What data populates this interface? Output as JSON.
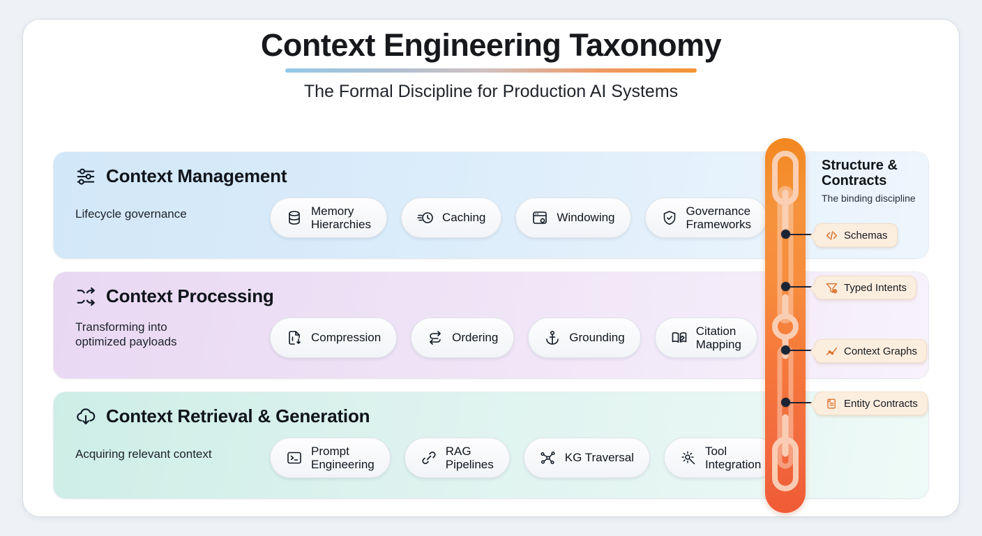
{
  "header": {
    "title": "Context Engineering Taxonomy",
    "subtitle": "The Formal Discipline for Production AI Systems",
    "rule_gradient": [
      "#93c9e8",
      "#f59434"
    ]
  },
  "rows": [
    {
      "id": "context-management",
      "icon": "sliders-icon",
      "title": "Context Management",
      "description": "Lifecycle governance",
      "accent": "#d2e7f8",
      "pills": [
        {
          "icon": "database-icon",
          "label": "Memory\nHierarchies"
        },
        {
          "icon": "clock-lines-icon",
          "label": "Caching"
        },
        {
          "icon": "browser-window-icon",
          "label": "Windowing"
        },
        {
          "icon": "shield-check-icon",
          "label": "Governance\nFrameworks"
        }
      ]
    },
    {
      "id": "context-processing",
      "icon": "shuffle-icon",
      "title": "Context Processing",
      "description": "Transforming into\noptimized payloads",
      "accent": "#e9d8f2",
      "pills": [
        {
          "icon": "file-compress-icon",
          "label": "Compression"
        },
        {
          "icon": "arrows-sort-icon",
          "label": "Ordering"
        },
        {
          "icon": "anchor-icon",
          "label": "Grounding"
        },
        {
          "icon": "book-pen-icon",
          "label": "Citation\nMapping"
        }
      ]
    },
    {
      "id": "context-retrieval-generation",
      "icon": "cloud-download-icon",
      "title": "Context Retrieval & Generation",
      "description": "Acquiring relevant context",
      "accent": "#cdeee6",
      "pills": [
        {
          "icon": "terminal-icon",
          "label": "Prompt\nEngineering"
        },
        {
          "icon": "link-icon",
          "label": "RAG\nPipelines"
        },
        {
          "icon": "network-nodes-icon",
          "label": "KG Traversal"
        },
        {
          "icon": "gear-code-icon",
          "label": "Tool\nIntegration"
        }
      ]
    }
  ],
  "spine": {
    "name": "chain-bar",
    "gradient_top": "#f2871f",
    "gradient_bottom": "#ef5b36",
    "panel_title": "Structure &\nContracts",
    "panel_subtitle": "The binding discipline",
    "tags": [
      {
        "icon": "code-brackets-icon",
        "label": "Schemas"
      },
      {
        "icon": "funnel-icon",
        "label": "Typed Intents"
      },
      {
        "icon": "line-chart-icon",
        "label": "Context Graphs"
      },
      {
        "icon": "scroll-icon",
        "label": "Entity Contracts"
      }
    ]
  }
}
